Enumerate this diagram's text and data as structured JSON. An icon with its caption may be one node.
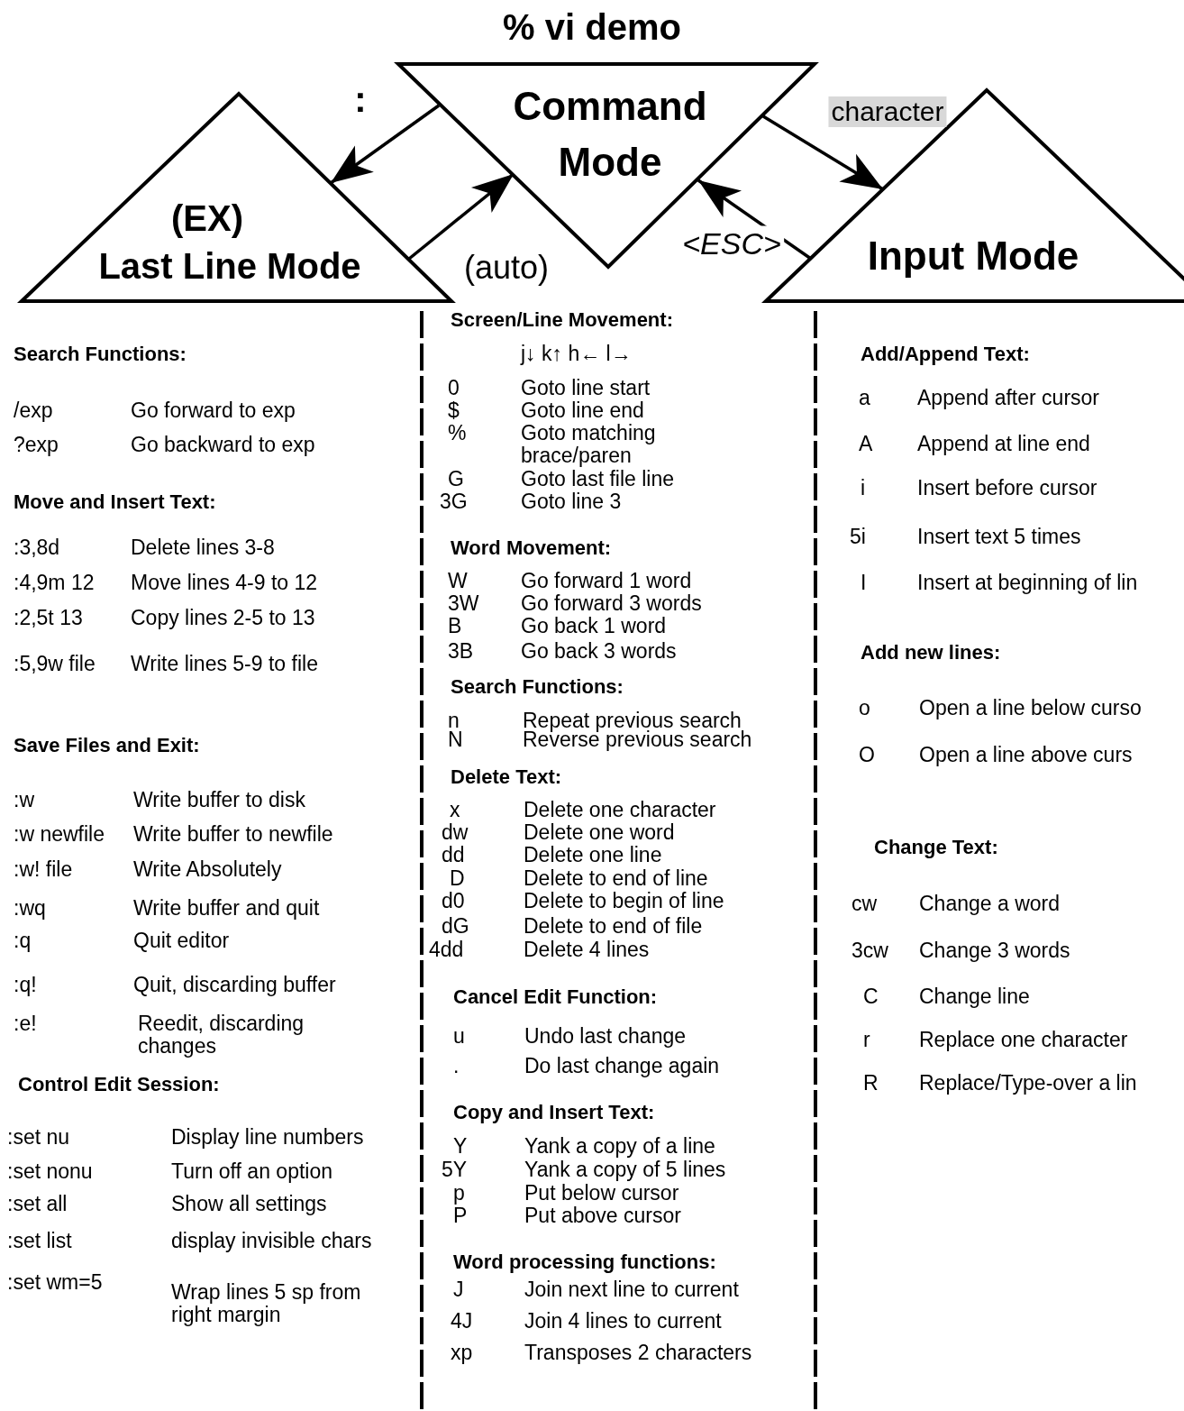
{
  "diagram": {
    "title": "% vi demo",
    "nodes": [
      {
        "text": [
          "Command Mode"
        ]
      },
      {
        "text": [
          "(EX)",
          "Last Line Mode"
        ]
      },
      {
        "text": [
          "Input Mode"
        ]
      }
    ],
    "edges": [
      {
        "from": 0,
        "to": 1,
        "arrow": "to",
        "label": ":"
      },
      {
        "from": 1,
        "to": 0,
        "arrow": "to",
        "label": "(auto)"
      },
      {
        "from": 0,
        "to": 2,
        "arrow": "to",
        "label": "character"
      },
      {
        "from": 2,
        "to": 0,
        "arrow": "to",
        "label": "<ESC>"
      }
    ],
    "labels": [
      "Search Functions:",
      "/exp",
      "Go forward to exp",
      "?exp",
      "Go backward to exp",
      "Move and Insert Text:",
      ":3,8d",
      "Delete lines 3-8",
      ":4,9m 12",
      "Move lines 4-9 to 12",
      ":2,5t 13",
      "Copy lines 2-5 to 13",
      ":5,9w file",
      "Write lines 5-9 to file",
      "Save Files and Exit:",
      ":w",
      "Write buffer to disk",
      ":w newfile",
      "Write buffer to newfile",
      ":w! file",
      "Write Absolutely",
      ":wq",
      "Write buffer and quit",
      ":q",
      "Quit editor",
      ":q!",
      "Quit, discarding buffer",
      ":e!",
      "Reedit, discarding changes",
      "Control Edit Session:",
      ":set nu",
      "Display line numbers",
      ":set nonu",
      "Turn off an option",
      ":set all",
      "Show all settings",
      ":set list",
      "display invisible chars",
      ":set wm=5",
      "Wrap lines 5 sp from right margin",
      "Screen/Line Movement:",
      "j↓ k↑ h← l→",
      "0",
      "Goto line start",
      "$",
      "Goto line end",
      "%",
      "Goto matching brace/paren",
      "G",
      "Goto last file line",
      "3G",
      "Goto line 3",
      "Word Movement:",
      "W",
      "Go forward 1 word",
      "3W",
      "Go forward 3 words",
      "B",
      "Go back 1 word",
      "3B",
      "Go back 3 words",
      "Search Functions:",
      "n",
      "Repeat previous search",
      "N",
      "Reverse previous search",
      "Delete Text:",
      "x",
      "Delete one character",
      "dw",
      "Delete one word",
      "dd",
      "Delete one line",
      "D",
      "Delete to end of line",
      "d0",
      "Delete to begin of line",
      "dG",
      "Delete to end of file",
      "4dd",
      "Delete 4 lines",
      "Cancel Edit Function:",
      "u",
      "Undo last change",
      ".",
      "Do last change again",
      "Copy and Insert Text:",
      "Y",
      "Yank a copy of a line",
      "5Y",
      "Yank a copy of 5 lines",
      "p",
      "Put below cursor",
      "P",
      "Put above cursor",
      "Word processing functions:",
      "J",
      "Join next line to current",
      "4J",
      "Join 4 lines to current",
      "xp",
      "Transposes 2 characters",
      "Add/Append Text:",
      "a",
      "Append after cursor",
      "A",
      "Append at line end",
      "i",
      "Insert before cursor",
      "5i",
      "Insert text 5 times",
      "I",
      "Insert at beginning of lin",
      "Add new lines:",
      "o",
      "Open a line below curso",
      "O",
      "Open a line above curs",
      "Change Text:",
      "cw",
      "Change a word",
      "3cw",
      "Change 3 words",
      "C",
      "Change line",
      "r",
      "Replace one character",
      "R",
      "Replace/Type-over a lin"
    ]
  }
}
